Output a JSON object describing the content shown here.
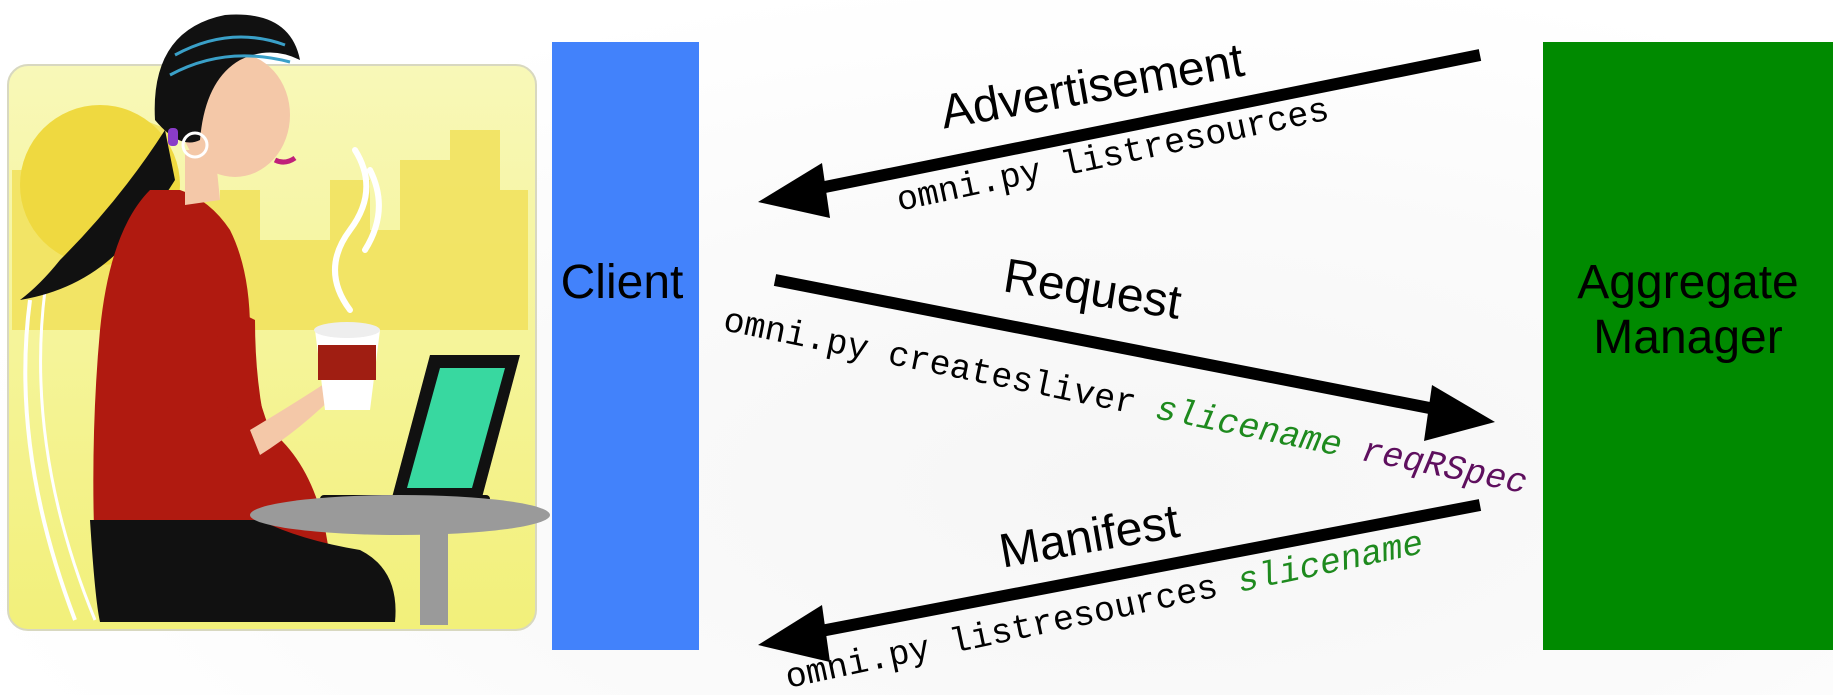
{
  "client": {
    "label": "Client",
    "color": "#4282fb"
  },
  "aggregate_manager": {
    "label_line1": "Aggregate",
    "label_line2": "Manager",
    "color": "#008a00"
  },
  "messages": {
    "advertisement": {
      "label": "Advertisement",
      "command": "omni.py listresources",
      "direction": "manager-to-client"
    },
    "request": {
      "label": "Request",
      "command": "omni.py createsliver",
      "arg1": "slicename",
      "arg2": "reqRSpec",
      "direction": "client-to-manager"
    },
    "manifest": {
      "label": "Manifest",
      "command": "omni.py listresources",
      "arg1": "slicename",
      "direction": "manager-to-client"
    }
  },
  "colors": {
    "arg_green": "#1e8a1e",
    "arg_purple": "#5e0f5e",
    "arrow": "#000000"
  },
  "illustration": {
    "name": "woman-with-coffee-and-laptop-clipart"
  }
}
